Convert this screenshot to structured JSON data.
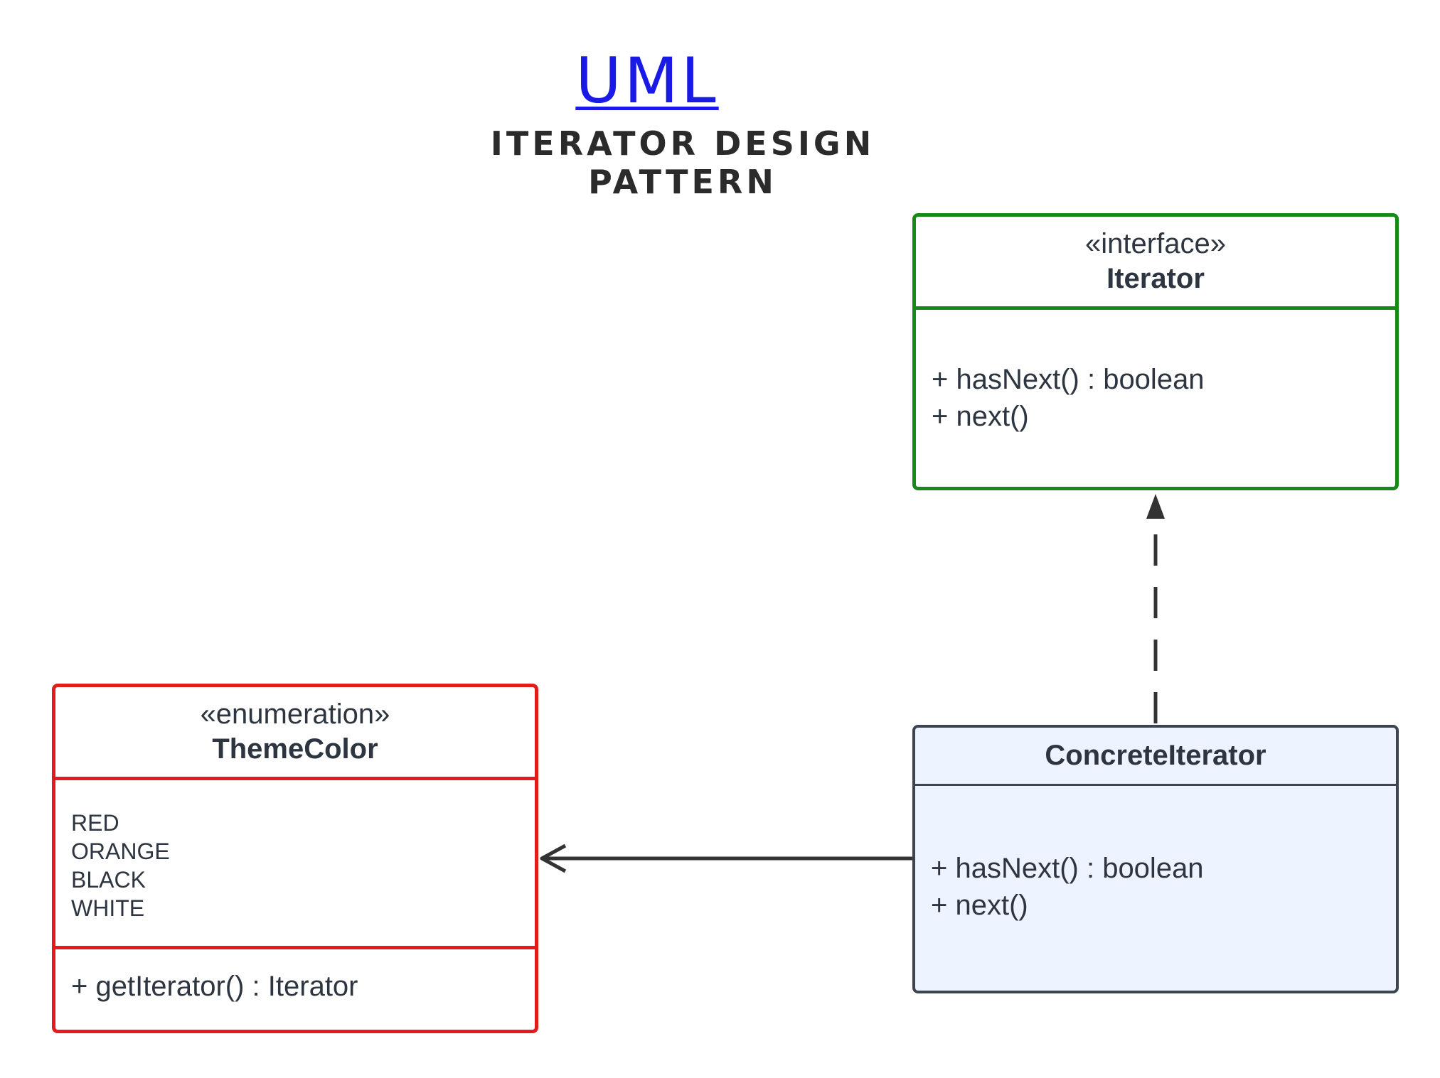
{
  "header": {
    "title": "UML",
    "subtitle": "ITERATOR DESIGN PATTERN"
  },
  "classes": {
    "iterator": {
      "stereotype": "«interface»",
      "name": "Iterator",
      "methods": [
        "+ hasNext() : boolean",
        "+ next()"
      ]
    },
    "theme_color": {
      "stereotype": "«enumeration»",
      "name": "ThemeColor",
      "values": [
        "RED",
        "ORANGE",
        "BLACK",
        "WHITE"
      ],
      "operations": [
        "+ getIterator() : Iterator"
      ]
    },
    "concrete_iterator": {
      "name": "ConcreteIterator",
      "methods": [
        "+ hasNext() : boolean",
        "+ next()"
      ]
    }
  },
  "colors": {
    "title": "#1a1ae6",
    "interface_border": "#168a16",
    "enum_border": "#e21c1c",
    "concrete_border": "#3c4450",
    "concrete_fill": "#eef4ff",
    "connector": "#333333"
  },
  "relationships": [
    {
      "type": "realization",
      "from": "ConcreteIterator",
      "to": "Iterator"
    },
    {
      "type": "association",
      "from": "ConcreteIterator",
      "to": "ThemeColor"
    }
  ]
}
